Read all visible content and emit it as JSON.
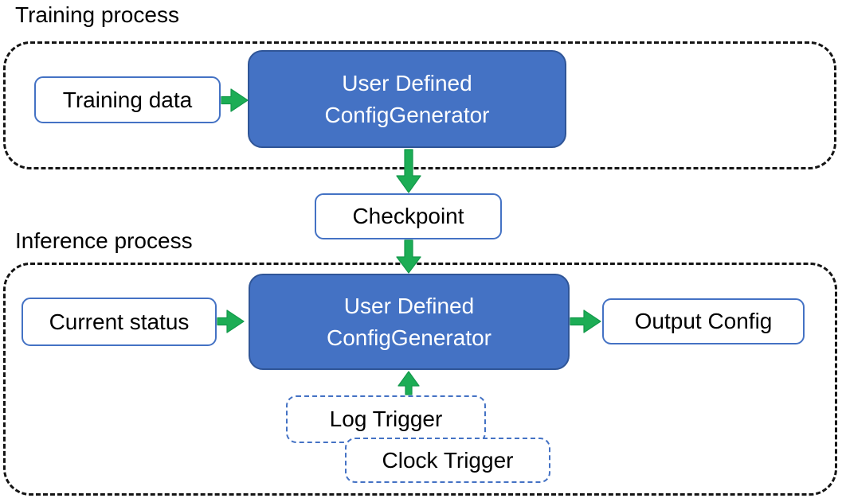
{
  "colors": {
    "accent_blue": "#4472C4",
    "accent_blue_dark": "#2F5597",
    "arrow_green": "#1CAD55",
    "arrow_green_dark": "#12984A",
    "dash_black": "#141414",
    "text_black": "#000000",
    "node_bg": "#FFFFFF"
  },
  "training": {
    "label": "Training process",
    "training_data": "Training data",
    "generator": {
      "line1": "User Defined",
      "line2": "ConfigGenerator"
    }
  },
  "checkpoint": {
    "label": "Checkpoint"
  },
  "inference": {
    "label": "Inference process",
    "current_status": "Current status",
    "generator": {
      "line1": "User Defined",
      "line2": "ConfigGenerator"
    },
    "output_config": "Output Config",
    "log_trigger": "Log Trigger",
    "clock_trigger": "Clock Trigger"
  }
}
